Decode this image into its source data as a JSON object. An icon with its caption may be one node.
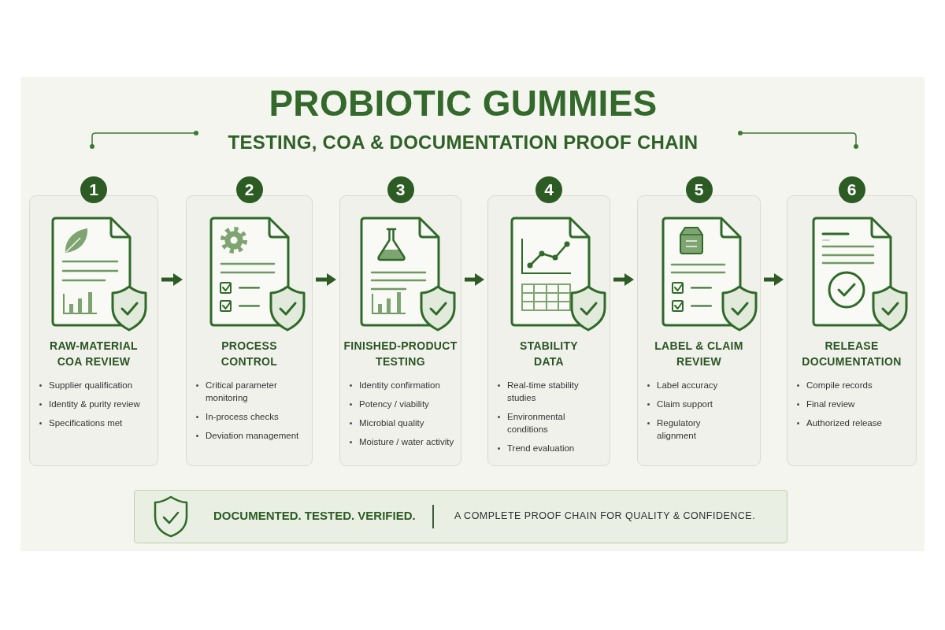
{
  "diagram": {
    "title": "PROBIOTIC GUMMIES",
    "nodes": [
      {
        "text": [
          "1",
          "RAW-MATERIAL COA REVIEW",
          "Supplier qualification",
          "Identity & purity review",
          "Specifications met"
        ]
      },
      {
        "text": [
          "2",
          "PROCESS CONTROL",
          "Critical parameter monitoring",
          "In-process checks",
          "Deviation management"
        ]
      },
      {
        "text": [
          "3",
          "FINISHED-PRODUCT TESTING",
          "Identity confirmation",
          "Potency / viability",
          "Microbial quality",
          "Moisture / water activity"
        ]
      },
      {
        "text": [
          "4",
          "STABILITY DATA",
          "Real-time stability studies",
          "Environmental conditions",
          "Trend evaluation"
        ]
      },
      {
        "text": [
          "5",
          "LABEL & CLAIM REVIEW",
          "Label accuracy",
          "Claim support",
          "Regulatory alignment"
        ]
      },
      {
        "text": [
          "6",
          "RELEASE DOCUMENTATION",
          "Compile records",
          "Final review",
          "Authorized release"
        ]
      },
      {
        "text": [
          "DOCUMENTED. TESTED. VERIFIED.",
          "A COMPLETE PROOF CHAIN FOR QUALITY & CONFIDENCE."
        ]
      }
    ],
    "edges": [
      {
        "from": 0,
        "to": 1,
        "arrow": "to"
      },
      {
        "from": 1,
        "to": 2,
        "arrow": "to"
      },
      {
        "from": 2,
        "to": 3,
        "arrow": "to"
      },
      {
        "from": 3,
        "to": 4,
        "arrow": "to"
      },
      {
        "from": 4,
        "to": 5,
        "arrow": "to"
      }
    ],
    "labels": [
      "TESTING, COA & DOCUMENTATION PROOF CHAIN"
    ]
  }
}
